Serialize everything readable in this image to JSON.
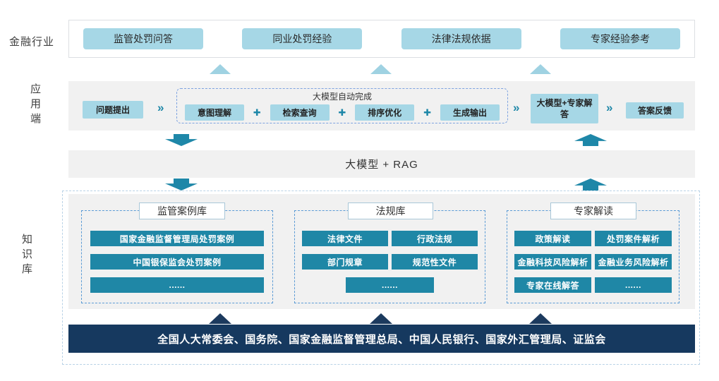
{
  "labels": {
    "industry": "金融行业",
    "app_side": "应用端",
    "kb_side": "知识库"
  },
  "top_row": {
    "items": [
      "监管处罚问答",
      "同业处罚经验",
      "法律法规依据",
      "专家经验参考"
    ]
  },
  "app_flow": {
    "question": "问题提出",
    "auto": {
      "title": "大模型自动完成",
      "steps": [
        "意图理解",
        "检索查询",
        "排序优化",
        "生成输出"
      ]
    },
    "expert": "大模型+专家解答",
    "feedback": "答案反馈",
    "icons": {
      "chevron": "»",
      "plus": "✚"
    }
  },
  "rag": {
    "label": "大模型 + RAG"
  },
  "kb": {
    "columns": [
      {
        "title": "监管案例库",
        "items": [
          "国家金融监督管理局处罚案例",
          "中国银保监会处罚案例",
          "......"
        ]
      },
      {
        "title": "法规库",
        "items": [
          "法律文件",
          "行政法规",
          "部门规章",
          "规范性文件",
          "......"
        ]
      },
      {
        "title": "专家解读",
        "items": [
          "政策解读",
          "处罚案件解析",
          "金融科技风险解析",
          "金融业务风险解析",
          "专家在线解答",
          "......"
        ]
      }
    ],
    "source_bar": "全国人大常委会、国务院、国家金融监督管理总局、中国人民银行、国家外汇管理局、证监会"
  },
  "colors": {
    "light_blue": "#a6d7e6",
    "teal": "#1f87a6",
    "navy": "#16395f",
    "band_gray": "#f1f1f1",
    "dashed_blue": "#5b9bd5"
  }
}
